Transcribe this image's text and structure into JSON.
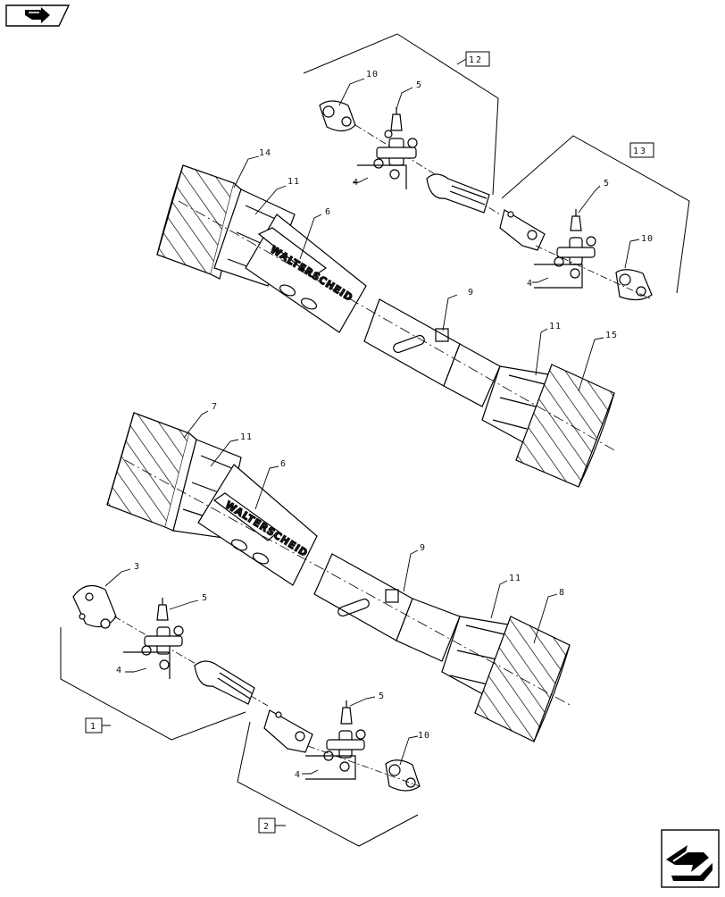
{
  "navigation": {
    "previous_icon": "arrow-page-icon",
    "next_icon": "arrow-page-icon"
  },
  "brand_text": "WALTERSCHEID",
  "callouts": {
    "assembly_1": "1",
    "assembly_2": "2",
    "assembly_12": "12",
    "assembly_13": "13",
    "part_3": "3",
    "part_4": "4",
    "part_5": "5",
    "part_6": "6",
    "part_7": "7",
    "part_8": "8",
    "part_9": "9",
    "part_10": "10",
    "part_11": "11",
    "part_14": "14",
    "part_15": "15"
  }
}
